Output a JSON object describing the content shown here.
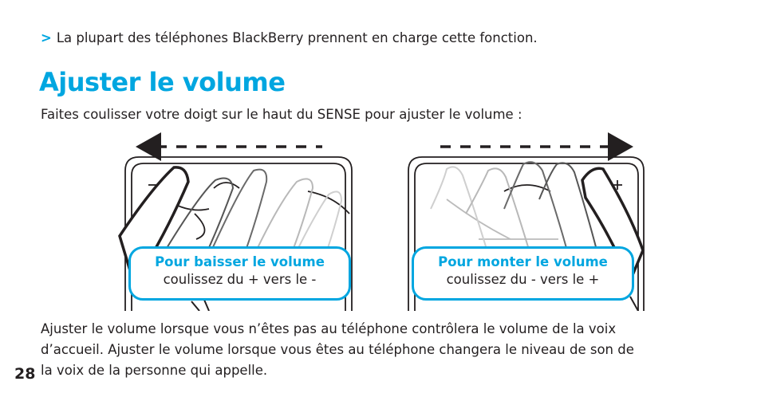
{
  "page": {
    "note_marker": ">",
    "note_text": "La plupart des téléphones BlackBerry prennent en charge cette fonction.",
    "heading": "Ajuster le volume",
    "intro": "Faites coulisser votre doigt sur le haut du SENSE pour ajuster le volume :",
    "callout_left": {
      "title": "Pour baisser le volume",
      "body": "coulissez du + vers le -"
    },
    "callout_right": {
      "title": "Pour monter le volume",
      "body": "coulissez du - vers le +"
    },
    "body_lines": [
      "Ajuster le volume lorsque vous n’êtes pas au téléphone contrôlera le volume de la voix",
      "d’accueil. Ajuster le volume lorsque vous êtes au téléphone changera le niveau de son de",
      "la voix de la personne qui appelle."
    ],
    "page_number": "28"
  },
  "colors": {
    "accent": "#00a6e0",
    "text": "#231f20"
  },
  "icons": [
    "arrow-left-icon",
    "arrow-right-icon",
    "finger-swipe-icon",
    "device-icon"
  ]
}
